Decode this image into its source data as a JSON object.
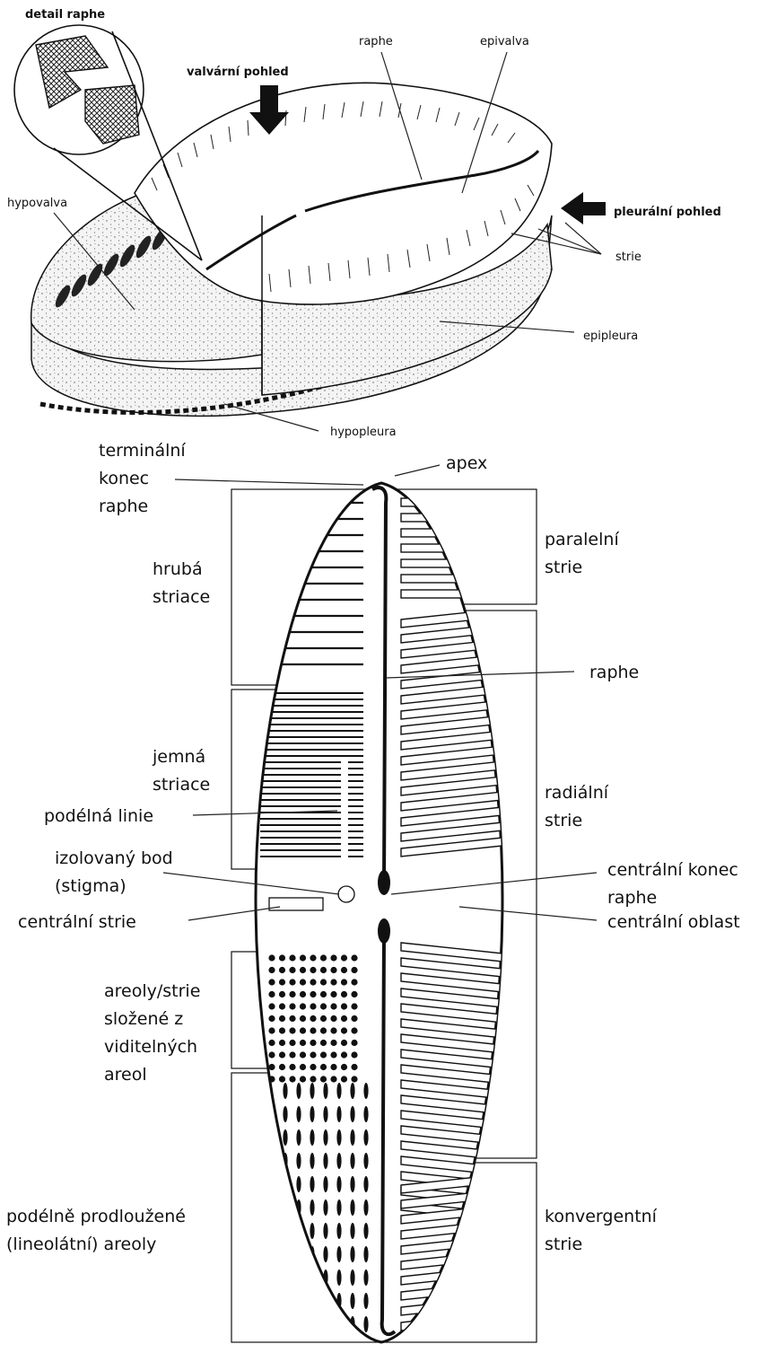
{
  "top_view": {
    "detail_raphe": "detail raphe",
    "valvarni_pohled": "valvární pohled",
    "pleuralni_pohled": "pleurální pohled",
    "raphe": "raphe",
    "epivalva": "epivalva",
    "hypovalva": "hypovalva",
    "strie": "strie",
    "epipleura": "epipleura",
    "hypopleura": "hypopleura"
  },
  "valve_view": {
    "terminal_end": [
      "terminální",
      "konec",
      "raphe"
    ],
    "apex": "apex",
    "hruba_striace": [
      "hrubá",
      "striace"
    ],
    "paralelni_strie": [
      "paralelní",
      "strie"
    ],
    "raphe": "raphe",
    "jemna_striace": [
      "jemná",
      "striace"
    ],
    "podelna_linie": "podélná linie",
    "radialni_strie": [
      "radiální",
      "strie"
    ],
    "izolovany_bod": [
      "izolovaný bod",
      "(stigma)"
    ],
    "centralni_konec": [
      "centrální konec",
      "raphe"
    ],
    "centralni_strie": "centrální strie",
    "centralni_oblast": "centrální oblast",
    "areoly": [
      "areoly/strie",
      "složené z",
      "viditelných",
      "areol"
    ],
    "lineolatni": [
      "podélně prodloužené",
      "(lineolátní) areoly"
    ],
    "konvergentni_strie": [
      "konvergentní",
      "strie"
    ]
  }
}
